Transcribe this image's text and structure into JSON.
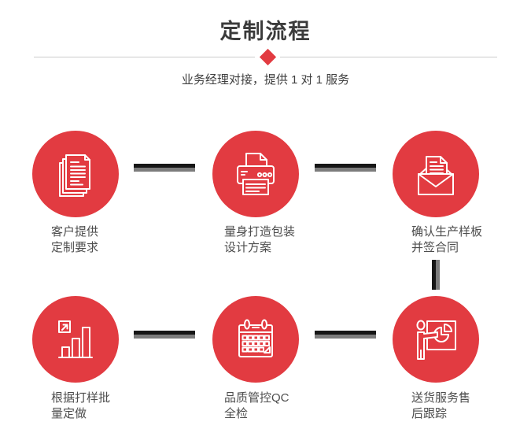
{
  "page": {
    "title": "定制流程",
    "subtitle": "业务经理对接，提供 1 对 1 服务"
  },
  "colors": {
    "accent_red": "#e23b41",
    "title_text": "#3b3b3b",
    "label_text": "#4d4d4d",
    "divider_line": "#cccccc",
    "connector_dark": "#161616",
    "connector_gray": "#7c7c7c",
    "icon_stroke": "#ffffff",
    "background": "#ffffff"
  },
  "steps": [
    {
      "icon": "documents-icon",
      "label_line1": "客户提供",
      "label_line2": "定制要求"
    },
    {
      "icon": "printer-icon",
      "label_line1": "量身打造包装",
      "label_line2": "设计方案"
    },
    {
      "icon": "envelope-icon",
      "label_line1": "确认生产样板",
      "label_line2": "并签合同"
    },
    {
      "icon": "bar-chart-icon",
      "label_line1": "根据打样批",
      "label_line2": "量定做"
    },
    {
      "icon": "calendar-icon",
      "label_line1": "品质管控QC",
      "label_line2": "全检"
    },
    {
      "icon": "presentation-icon",
      "label_line1": "送货服务售",
      "label_line2": "后跟踪"
    }
  ]
}
